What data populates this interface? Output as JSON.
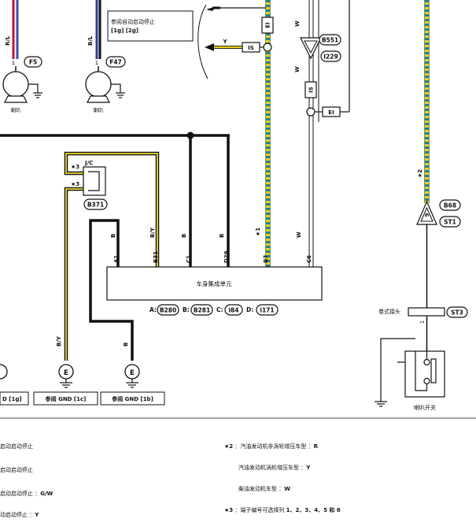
{
  "box_ref": {
    "line1": "参阅自动启动停止",
    "line2": "[1g] [2g]"
  },
  "wire_colors": {
    "rl": "R/L",
    "bl": "B/L",
    "y": "Y",
    "w": "W",
    "b": "B",
    "by": "B/Y",
    "star1": "★1",
    "star2": "★2"
  },
  "connectors": {
    "f5": "F5",
    "f47": "F47",
    "b551": "B551",
    "i229": "I229",
    "b371": "B371",
    "b68": "B68",
    "st1": "ST1",
    "st3": "ST3"
  },
  "pins": {
    "one": "1",
    "nine": "9",
    "star3": "★3",
    "jc": "J/C",
    "a1": "A1",
    "b31": "B31",
    "c1": "C1",
    "d29": "D29",
    "b7": "B7",
    "c6": "C6"
  },
  "tags": {
    "ei": "EI",
    "is": "IS"
  },
  "labels": {
    "horn": "喇叭",
    "body_unit": "车身集成单元",
    "connectors_line": "A: B280  B: B281  C: i84  D: i171",
    "conn_a": "A:",
    "conn_a_id": "B280",
    "conn_b": "B:",
    "conn_b_id": "B281",
    "conn_c": "C:",
    "conn_c_id": "i84",
    "conn_d": "D:",
    "conn_d_id": "i171",
    "coil_connector": "卷式接头",
    "horn_switch": "喇叭开关",
    "gnd_left": "D [1g]",
    "gnd_mid": "参阅 GND [1c]",
    "gnd_right": "参阅 GND [1b]",
    "ground_e": "E"
  },
  "notes_left": [
    {
      "text": "启动启动停止",
      "bold": ""
    },
    {
      "text": "启动启动停止",
      "bold": ""
    },
    {
      "text": "启动启动停止 ：",
      "bold": "G/W"
    },
    {
      "text": "动启动停止 ：",
      "bold": "Y"
    }
  ],
  "notes_right": [
    {
      "mark": "★2",
      "text": "：汽油发动机非涡轮增压车型 ：",
      "bold": "R"
    },
    {
      "mark": "",
      "text": "汽油发动机涡轮增压车型 ：",
      "bold": "Y"
    },
    {
      "mark": "",
      "text": "柴油发动机车型 ：",
      "bold": "W"
    },
    {
      "mark": "★3",
      "text": "：端子编号可选择列 ",
      "bold": "1、2、3、4、5 和 6"
    }
  ]
}
